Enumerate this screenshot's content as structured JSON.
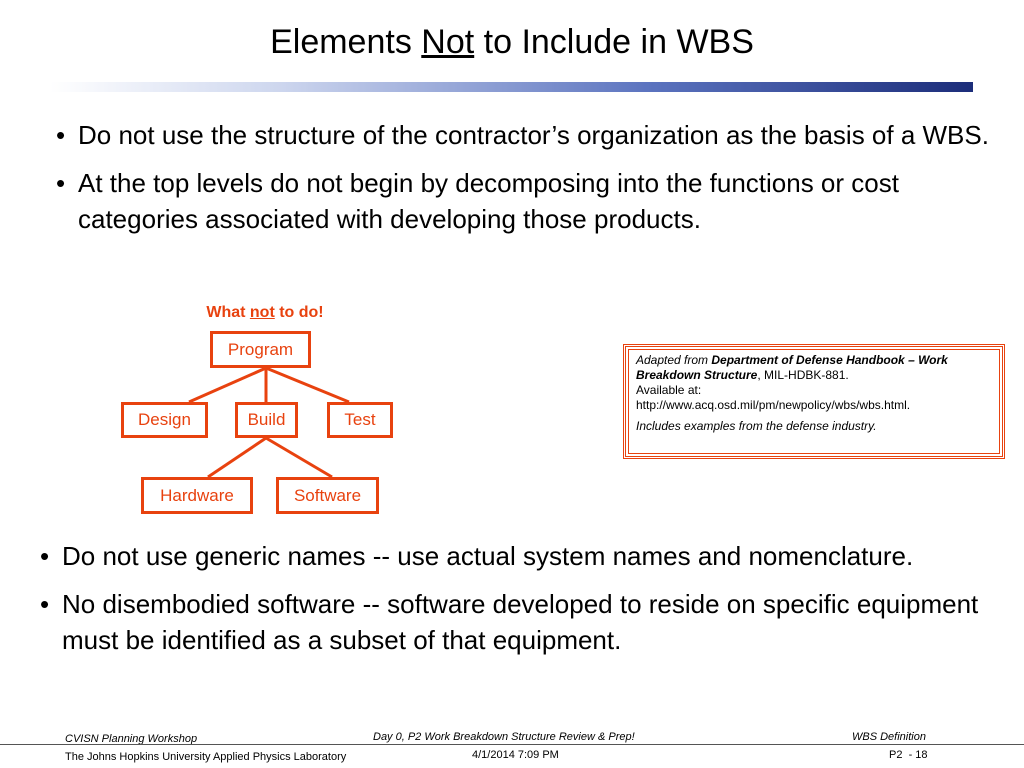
{
  "title": {
    "before": "Elements ",
    "underlined": "Not",
    "after": " to Include in WBS"
  },
  "bullets_top": [
    "Do not use the structure of the contractor’s organization as the basis of a WBS.",
    "At the top levels do not begin by decomposing into the functions or cost categories associated with developing those products."
  ],
  "diagram": {
    "caption_before": "What ",
    "caption_underlined": "not",
    "caption_after": " to do!",
    "nodes": {
      "program": "Program",
      "design": "Design",
      "build": "Build",
      "test": "Test",
      "hardware": "Hardware",
      "software": "Software"
    },
    "accent_color": "#e8420f"
  },
  "source_box": {
    "prefix": "Adapted from ",
    "handbook": "Department of Defense Handbook – Work Breakdown Structure",
    "suffix": ", MIL-HDBK-881.",
    "available": "Available at:",
    "url": "http://www.acq.osd.mil/pm/newpolicy/wbs/wbs.html.",
    "note": "Includes examples from the defense industry."
  },
  "bullets_bottom": [
    "Do not use generic names -- use actual system names and nomenclature.",
    "No disembodied software -- software developed to reside on specific equipment must be identified as a subset of that equipment."
  ],
  "footer": {
    "workshop": "CVISN Planning Workshop",
    "session": "Day 0, P2 Work Breakdown Structure Review & Prep!",
    "section": "WBS Definition",
    "org": "The Johns Hopkins University Applied Physics Laboratory",
    "datetime": "4/1/2014 7:09 PM",
    "page": "P2  - 18"
  }
}
